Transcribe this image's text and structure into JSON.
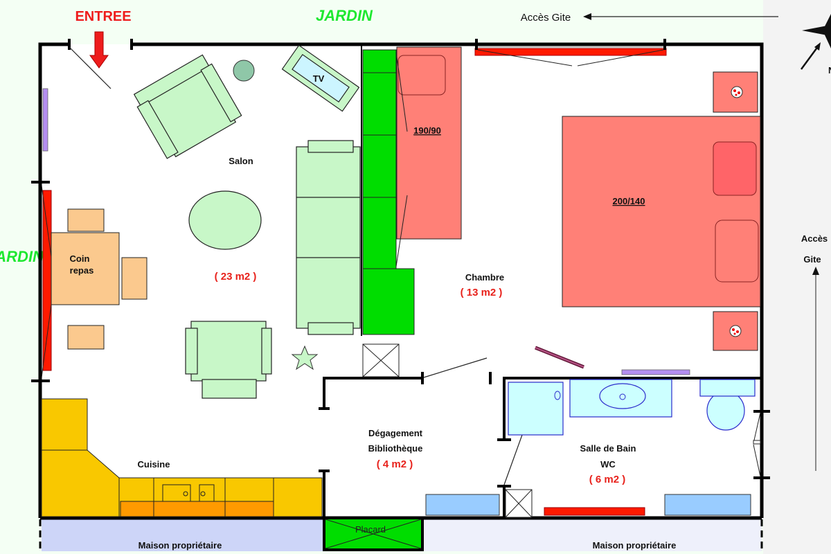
{
  "outside": {
    "entree": "ENTREE",
    "jardin_top": "JARDIN",
    "jardin_left": "JARDIN",
    "acces_gite_top": "Accès Gite",
    "acces_gite_right_1": "Accès",
    "acces_gite_right_2": "Gite",
    "compass_label": "N",
    "maison_left": "Maison propriétaire",
    "maison_right": "Maison propriétaire"
  },
  "rooms": {
    "salon": {
      "name": "Salon",
      "area": "( 23 m2 )"
    },
    "coin_repas": {
      "line1": "Coin",
      "line2": "repas"
    },
    "chambre": {
      "name": "Chambre",
      "area": "( 13 m2 )"
    },
    "degagement": {
      "line1": "Dégagement",
      "line2": "Bibliothèque",
      "area": "( 4 m2 )"
    },
    "salle_de_bain": {
      "line1": "Salle de Bain",
      "line2": "WC",
      "area": "( 6 m2 )"
    },
    "cuisine": {
      "name": "Cuisine"
    },
    "placard": {
      "name": "Placard"
    }
  },
  "furniture": {
    "tv": "TV",
    "single_bed": "190/90",
    "double_bed": "200/140"
  },
  "colors": {
    "wall": "#000000",
    "living_furniture": "#c8f7c8",
    "bookshelf": "#00dd00",
    "bed": "#ff8077",
    "kitchen": "#f9c800",
    "kitchen_counter": "#ff9a00",
    "bathroom": "#ccffff",
    "radiator": "#99ccff",
    "window": "#ff1a00",
    "garden_bg": "#f4fff4"
  }
}
